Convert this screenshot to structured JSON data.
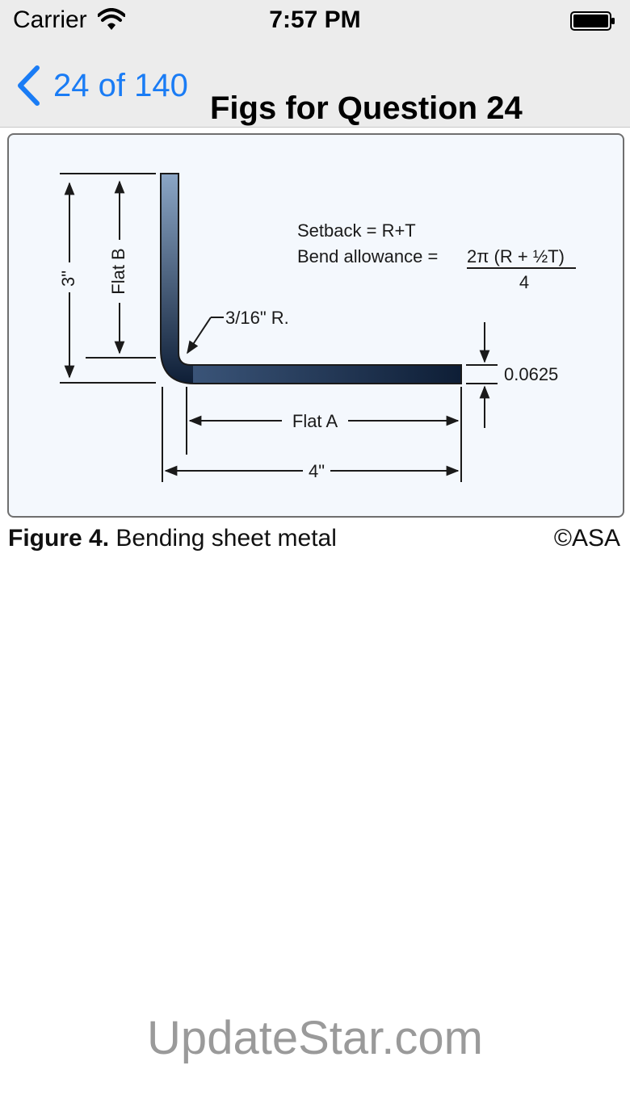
{
  "status_bar": {
    "carrier": "Carrier",
    "time": "7:57 PM"
  },
  "nav": {
    "back_label": "24 of 140",
    "title": "Figs for Question 24"
  },
  "figure": {
    "formula_setback": "Setback = R+T",
    "formula_bend_prefix": "Bend allowance = ",
    "formula_bend_numerator": "2π (R + ½T)",
    "formula_bend_denominator": "4",
    "radius_label": "3/16\" R.",
    "height_label": "3\"",
    "flat_b_label": "Flat B",
    "flat_a_label": "Flat A",
    "width_label": "4\"",
    "thickness_label": "0.0625",
    "caption_bold": "Figure 4.",
    "caption_text": " Bending sheet metal",
    "copyright": "©ASA"
  },
  "watermark": "UpdateStar.com",
  "colors": {
    "accent": "#1a7cf5",
    "bar_bg": "#ececec",
    "metal_dark": "#0e1e36",
    "metal_light": "#8ba6c6"
  }
}
